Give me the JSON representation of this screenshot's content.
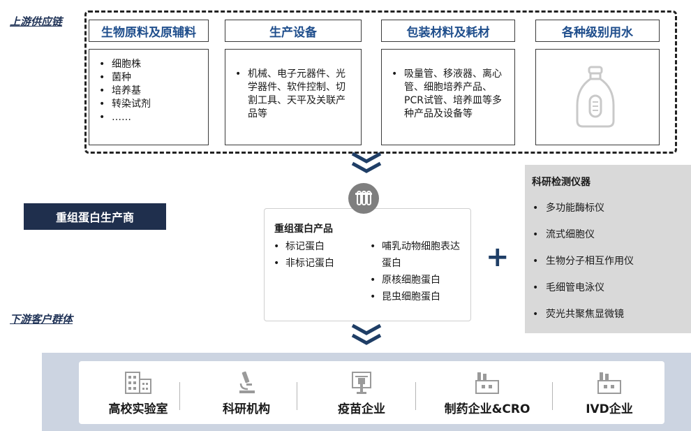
{
  "upstream_label": "上游供应链",
  "downstream_label": "下游客户群体",
  "upstream": [
    {
      "title": "生物原料及原辅料",
      "items": [
        "细胞株",
        "菌种",
        "培养基",
        "转染试剂",
        "……"
      ]
    },
    {
      "title": "生产设备",
      "items": [
        "机械、电子元器件、光学器件、软件控制、切割工具、天平及关联产品等"
      ]
    },
    {
      "title": "包装材料及耗材",
      "items": [
        "吸量管、移液器、离心管、细胞培养产品、PCR试管、培养皿等多种产品及设备等"
      ]
    },
    {
      "title": "各种级别用水",
      "icon": "water-bottle-icon"
    }
  ],
  "producer_label": "重组蛋白生产商",
  "product": {
    "title": "重组蛋白产品",
    "left_items": [
      "标记蛋白",
      "非标记蛋白"
    ],
    "right_items": [
      "哺乳动物细胞表达蛋白",
      "原核细胞蛋白",
      "昆虫细胞蛋白"
    ]
  },
  "plus_symbol": "+",
  "instruments": {
    "title": "科研检测仪器",
    "items": [
      "多功能酶标仪",
      "流式细胞仪",
      "生物分子相互作用仪",
      "毛细管电泳仪",
      "荧光共聚焦显微镜"
    ]
  },
  "customers": [
    {
      "label": "高校实验室",
      "icon": "building-icon"
    },
    {
      "label": "科研机构",
      "icon": "microscope-icon"
    },
    {
      "label": "疫苗企业",
      "icon": "vaccine-icon"
    },
    {
      "label": "制药企业&CRO",
      "icon": "factory-icon"
    },
    {
      "label": "IVD企业",
      "icon": "factory-icon"
    }
  ],
  "colors": {
    "navy": "#1f2f4d",
    "accent_blue": "#1f4e8c",
    "gray_panel": "#d9d9d9",
    "band": "#ccd4e1"
  }
}
